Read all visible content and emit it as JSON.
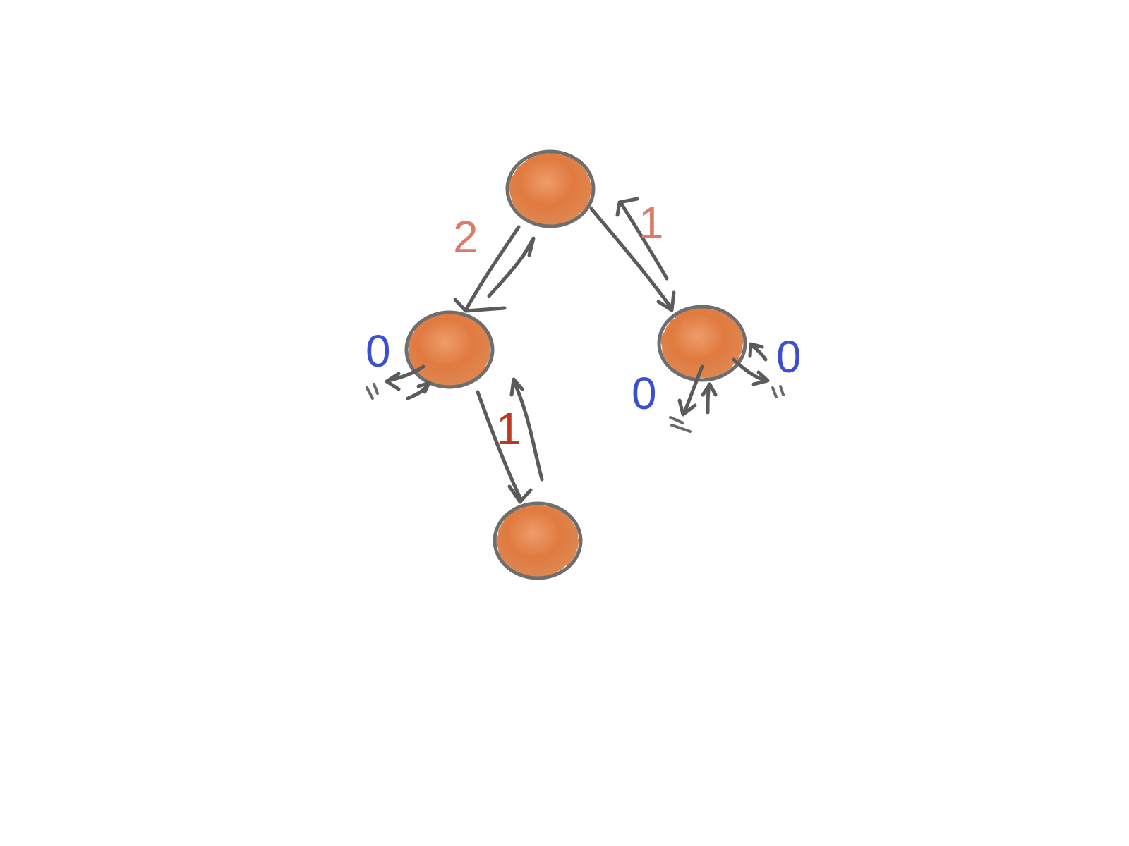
{
  "colors": {
    "node_fill": "#e07a3f",
    "node_fill_light": "#ec9a66",
    "node_ring": "#6e6e6e",
    "edge_stroke": "#5b5b5b",
    "label_salmon": "#df7a66",
    "label_red": "#b83a22",
    "label_blue": "#3b4fd0"
  },
  "nodes": [
    {
      "id": "root"
    },
    {
      "id": "left"
    },
    {
      "id": "right"
    },
    {
      "id": "left-child"
    }
  ],
  "labels": {
    "root_left": "2",
    "root_right": "1",
    "left_child": "1",
    "left_null": "0",
    "right_null_left": "0",
    "right_null_right": "0"
  }
}
